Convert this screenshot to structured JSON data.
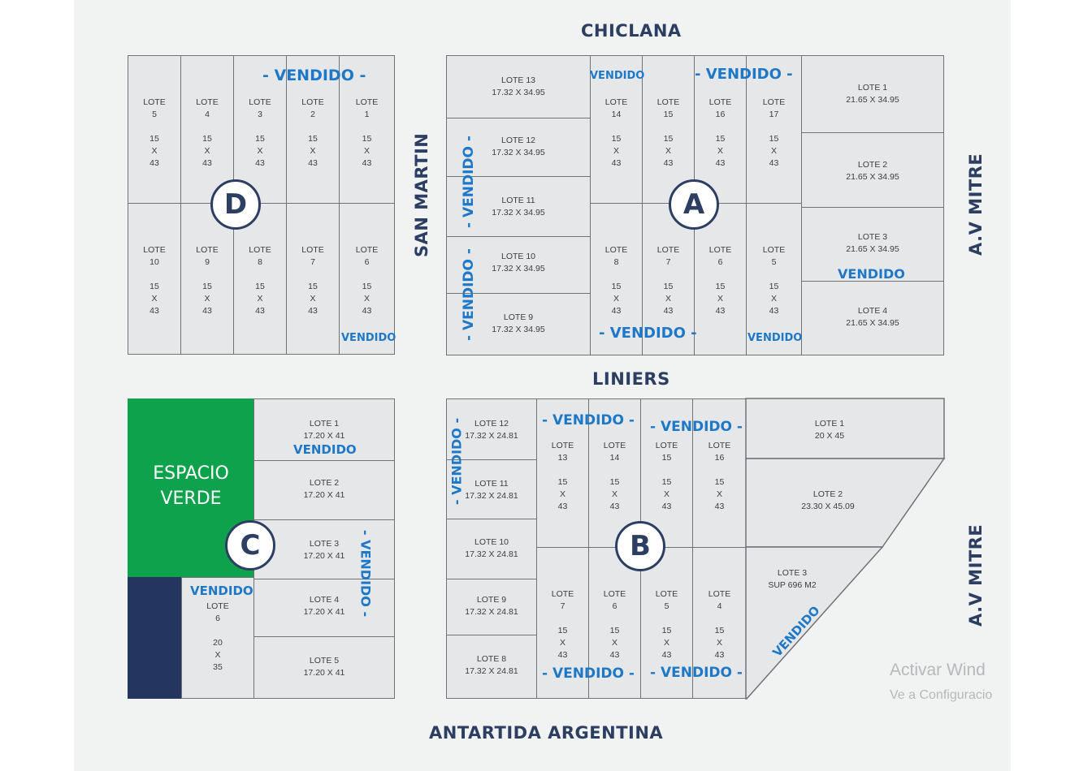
{
  "streets": {
    "top": "CHICLANA",
    "middle": "LINIERS",
    "bottom": "ANTARTIDA ARGENTINA",
    "left": "SAN MARTIN",
    "right_top": "A.V MITRE",
    "right_bottom": "A.V MITRE"
  },
  "blocks": {
    "D": {
      "letter": "D",
      "lots": [
        {
          "label": "LOTE\n5\n\n15\nX\n43"
        },
        {
          "label": "LOTE\n4\n\n15\nX\n43"
        },
        {
          "label": "LOTE\n3\n\n15\nX\n43"
        },
        {
          "label": "LOTE\n2\n\n15\nX\n43"
        },
        {
          "label": "LOTE\n1\n\n15\nX\n43"
        },
        {
          "label": "LOTE\n10\n\n15\nX\n43"
        },
        {
          "label": "LOTE\n9\n\n15\nX\n43"
        },
        {
          "label": "LOTE\n8\n\n15\nX\n43"
        },
        {
          "label": "LOTE\n7\n\n15\nX\n43"
        },
        {
          "label": "LOTE\n6\n\n15\nX\n43"
        }
      ]
    },
    "A": {
      "letter": "A",
      "left_lots": [
        {
          "label": "LOTE 13\n17.32 X 34.95"
        },
        {
          "label": "LOTE 12\n17.32 X 34.95"
        },
        {
          "label": "LOTE 11\n17.32 X 34.95"
        },
        {
          "label": "LOTE 10\n17.32 X 34.95"
        },
        {
          "label": "LOTE 9\n17.32 X 34.95"
        }
      ],
      "center_lots": [
        {
          "label": "LOTE\n14\n\n15\nX\n43"
        },
        {
          "label": "LOTE\n15\n\n15\nX\n43"
        },
        {
          "label": "LOTE\n16\n\n15\nX\n43"
        },
        {
          "label": "LOTE\n17\n\n15\nX\n43"
        },
        {
          "label": "LOTE\n8\n\n15\nX\n43"
        },
        {
          "label": "LOTE\n7\n\n15\nX\n43"
        },
        {
          "label": "LOTE\n6\n\n15\nX\n43"
        },
        {
          "label": "LOTE\n5\n\n15\nX\n43"
        }
      ],
      "right_lots": [
        {
          "label": "LOTE 1\n21.65 X 34.95"
        },
        {
          "label": "LOTE 2\n21.65 X 34.95"
        },
        {
          "label": "LOTE 3\n21.65 X 34.95"
        },
        {
          "label": "LOTE 4\n21.65 X 34.95"
        }
      ]
    },
    "C": {
      "letter": "C",
      "green_area": "ESPACIO\nVERDE",
      "lot6": {
        "label": "LOTE\n6\n\n20\nX\n35"
      },
      "right_lots": [
        {
          "label": "LOTE 1\n17.20 X 41"
        },
        {
          "label": "LOTE 2\n17.20 X 41"
        },
        {
          "label": "LOTE 3\n17.20 X 41"
        },
        {
          "label": "LOTE 4\n17.20 X 41"
        },
        {
          "label": "LOTE 5\n17.20 X 41"
        }
      ]
    },
    "B": {
      "letter": "B",
      "left_lots": [
        {
          "label": "LOTE 12\n17.32 X 24.81"
        },
        {
          "label": "LOTE 11\n17.32 X 24.81"
        },
        {
          "label": "LOTE 10\n17.32 X 24.81"
        },
        {
          "label": "LOTE 9\n17.32 X 24.81"
        },
        {
          "label": "LOTE 8\n17.32 X 24.81"
        }
      ],
      "center_lots": [
        {
          "label": "LOTE\n13\n\n15\nX\n43"
        },
        {
          "label": "LOTE\n14\n\n15\nX\n43"
        },
        {
          "label": "LOTE\n15\n\n15\nX\n43"
        },
        {
          "label": "LOTE\n16\n\n15\nX\n43"
        },
        {
          "label": "LOTE\n7\n\n15\nX\n43"
        },
        {
          "label": "LOTE\n6\n\n15\nX\n43"
        },
        {
          "label": "LOTE\n5\n\n15\nX\n43"
        },
        {
          "label": "LOTE\n4\n\n15\nX\n43"
        }
      ],
      "right_lots": [
        {
          "label": "LOTE 1\n20 X 45"
        },
        {
          "label": "LOTE 2\n23.30 X 45.09"
        },
        {
          "label": "LOTE 3\nSUP 696 M2"
        }
      ]
    }
  },
  "sold": {
    "dash": "- VENDIDO -",
    "plain": "VENDIDO"
  },
  "watermark": {
    "line1": "Activar Wind",
    "line2": "Ve a Configuracio"
  },
  "colors": {
    "sold_text": "#1e78c8",
    "street_text": "#2d3e63",
    "green_space": "#0da24b",
    "navy_strip": "#243660",
    "lot_fill": "#e6e7e8"
  }
}
